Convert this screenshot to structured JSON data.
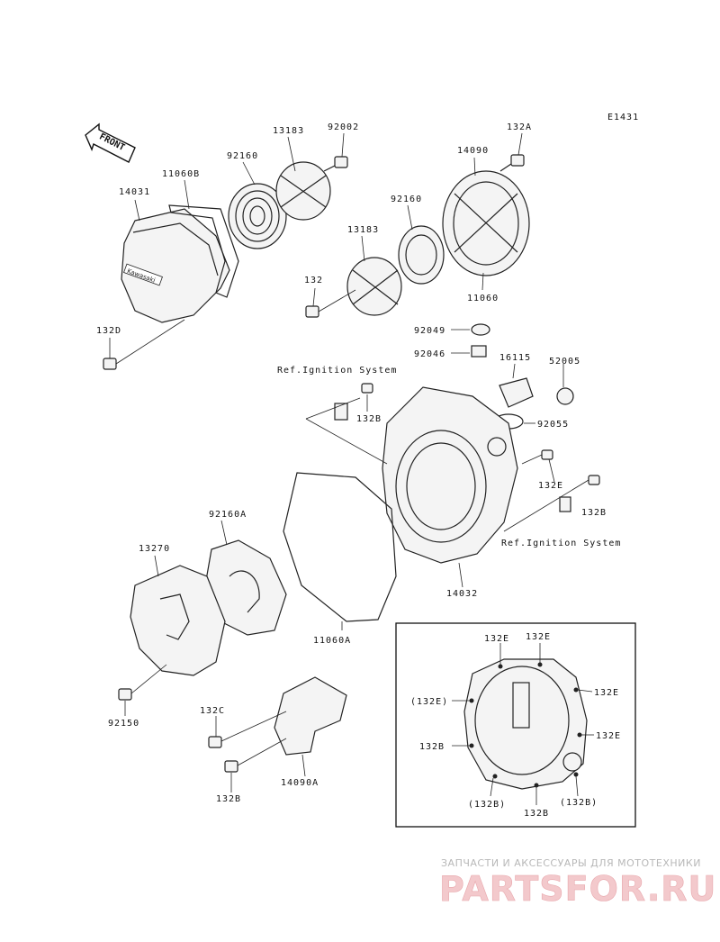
{
  "diagram_code": "E1431",
  "front_label": "FRONT",
  "ref_ignition_1": "Ref.Ignition System",
  "ref_ignition_2": "Ref.Ignition System",
  "cover_brand": "Kawasaki",
  "parts": {
    "p13183_top": "13183",
    "p92002": "92002",
    "p132A": "132A",
    "p92160_top": "92160",
    "p11060B": "11060B",
    "p14031": "14031",
    "p14090": "14090",
    "p92160_mid": "92160",
    "p13183_mid": "13183",
    "p132": "132",
    "p11060": "11060",
    "p132D": "132D",
    "p92049": "92049",
    "p92046": "92046",
    "p16115": "16115",
    "p52005": "52005",
    "p132B_a": "132B",
    "p92055": "92055",
    "p132E_a": "132E",
    "p132B_b": "132B",
    "p92160A": "92160A",
    "p13270": "13270",
    "p14032": "14032",
    "p11060A": "11060A",
    "p92150": "92150",
    "p132C": "132C",
    "p14090A": "14090A",
    "p132B_c": "132B"
  },
  "inset": {
    "l1": "132E",
    "l2": "132E",
    "l3": "(132E)",
    "l4": "132E",
    "l5": "132B",
    "l6": "132E",
    "l7": "(132B)",
    "l8": "132B",
    "l9": "(132B)"
  },
  "watermark": {
    "tagline": "ЗАПЧАСТИ И АКСЕССУАРЫ ДЛЯ МОТОТЕХНИКИ",
    "logo": "PARTSFOR.RU"
  }
}
